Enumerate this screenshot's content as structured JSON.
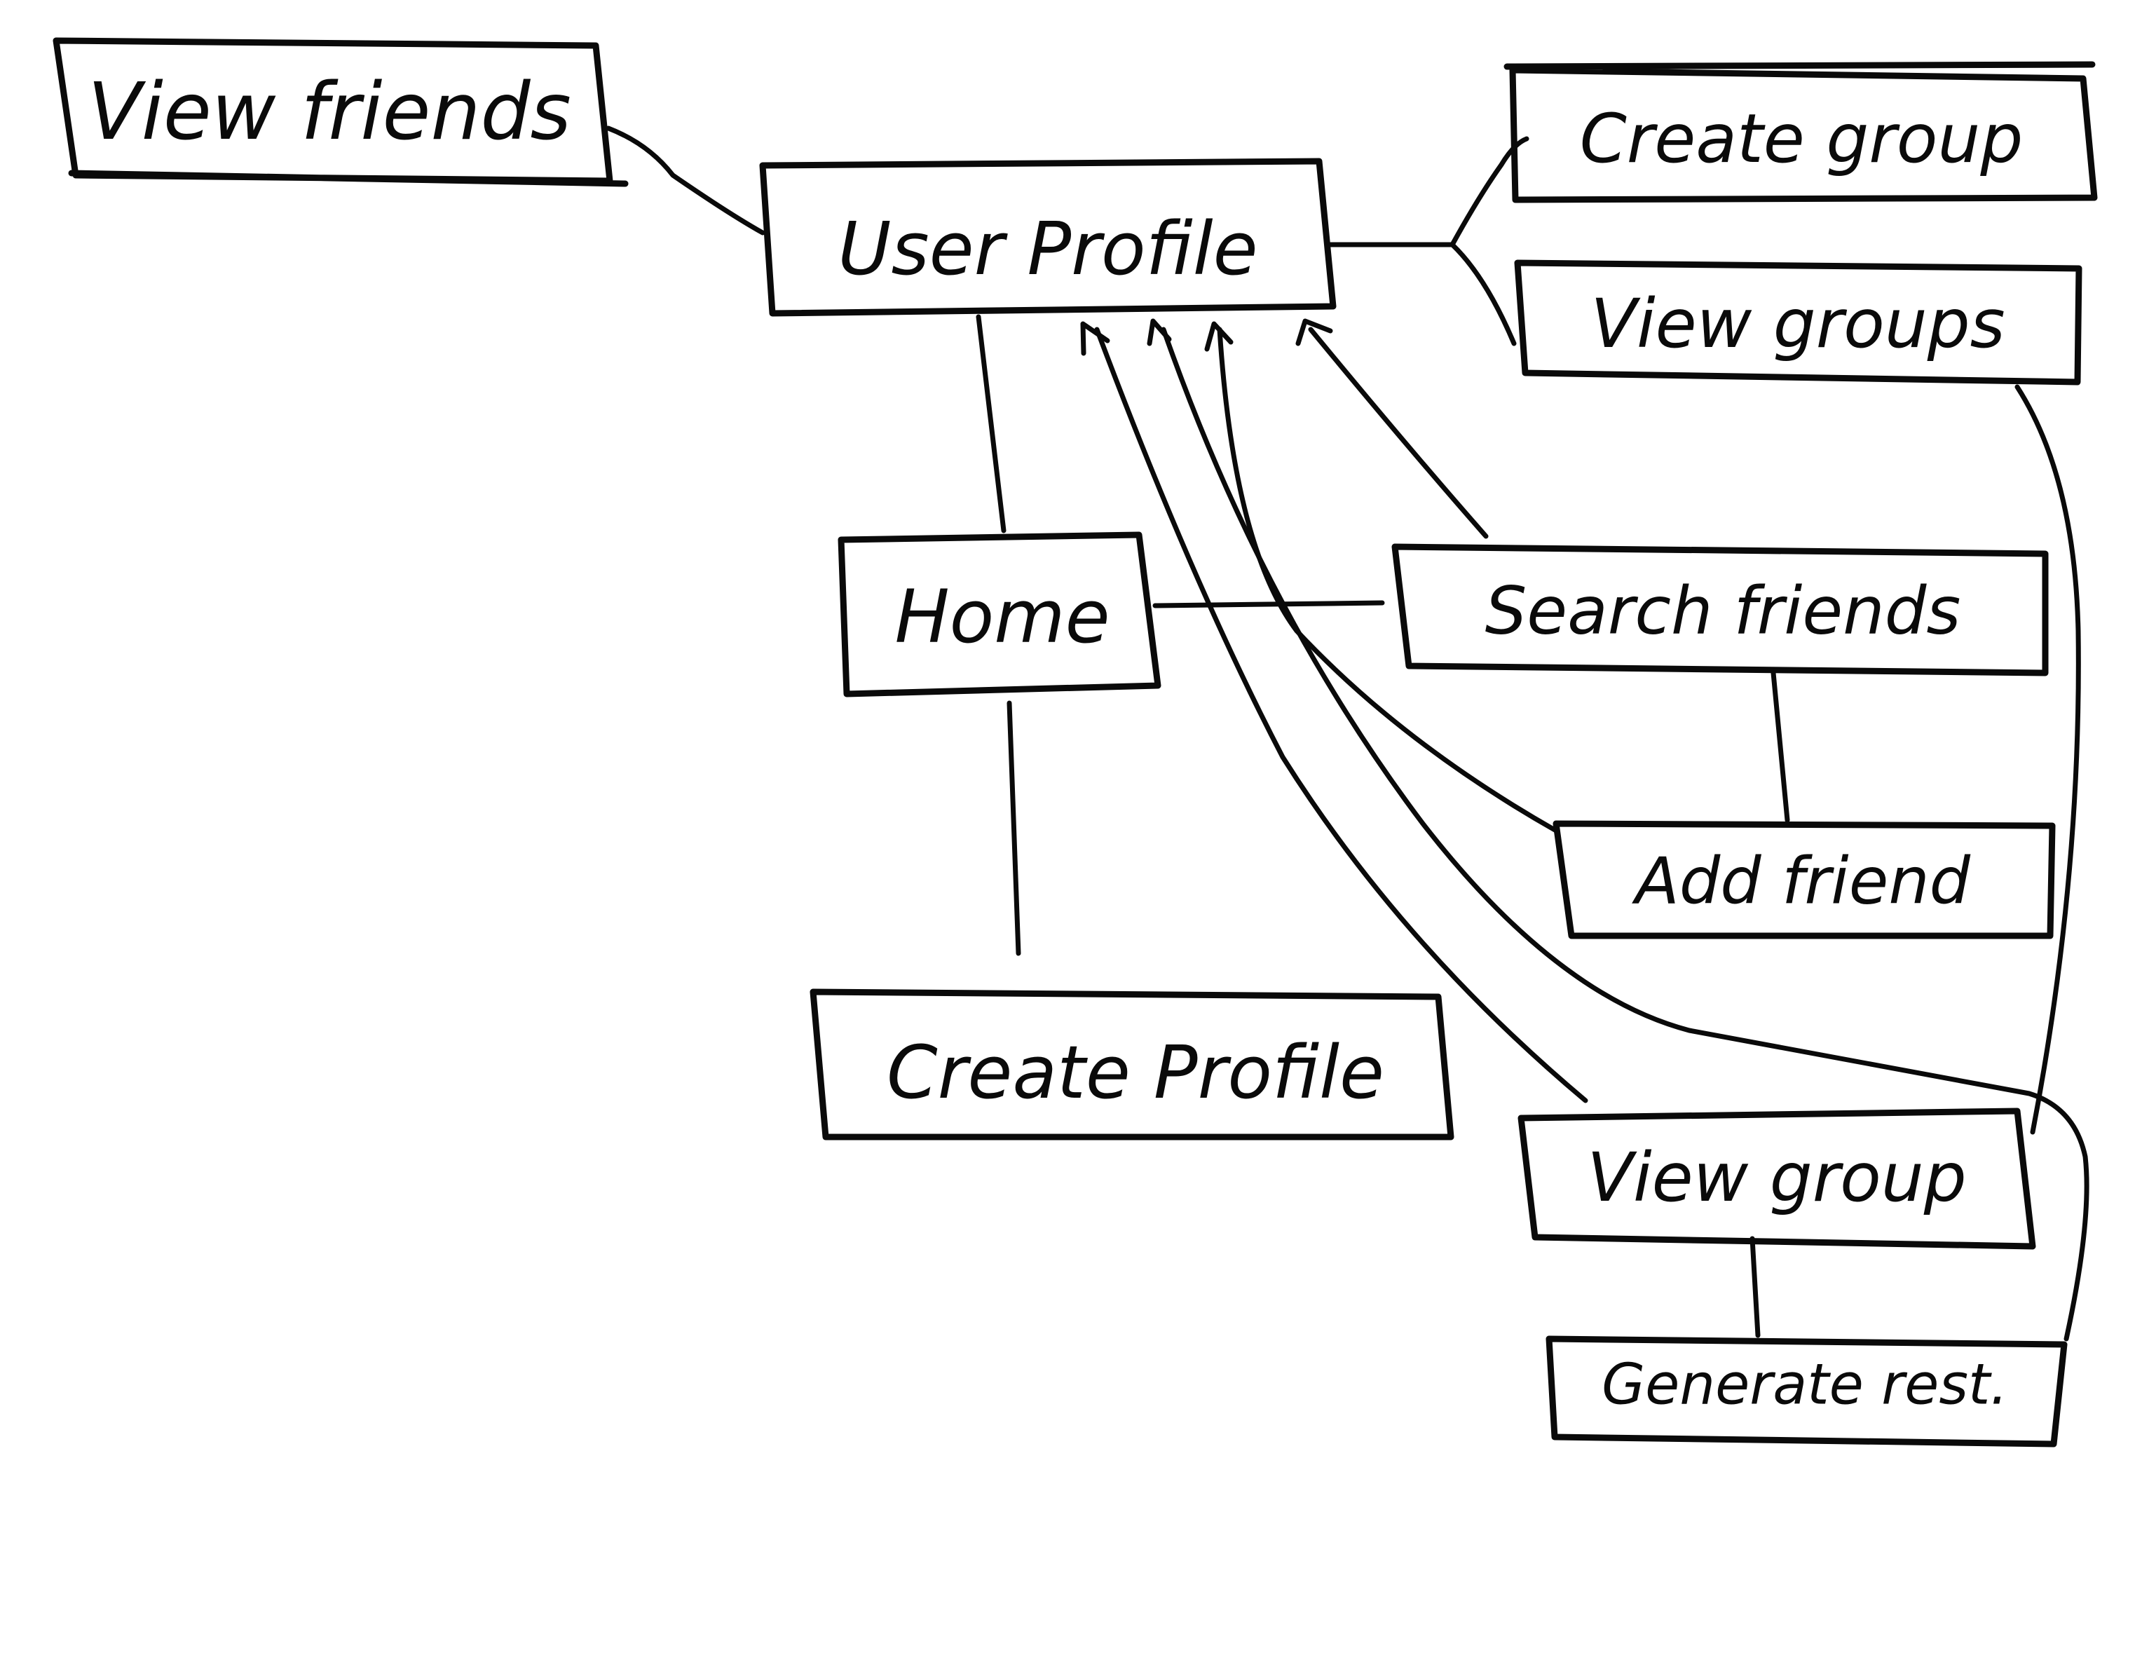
{
  "diagram": {
    "background": "#ffffff",
    "ink": "#0a0a0a",
    "nodes": {
      "view_friends": "View friends",
      "user_profile": "User Profile",
      "create_group": "Create group",
      "view_groups": "View groups",
      "home": "Home",
      "search_friends": "Search friends",
      "add_friend": "Add friend",
      "create_profile": "Create Profile",
      "view_group": "View group",
      "generate_rest": "Generate rest."
    },
    "edges": [
      {
        "from": "view_friends",
        "to": "user_profile",
        "arrow": false
      },
      {
        "from": "user_profile",
        "to": "create_group",
        "arrow": false
      },
      {
        "from": "user_profile",
        "to": "view_groups",
        "arrow": false
      },
      {
        "from": "user_profile",
        "to": "home",
        "arrow": false
      },
      {
        "from": "home",
        "to": "search_friends",
        "arrow": false
      },
      {
        "from": "home",
        "to": "create_profile",
        "arrow": false
      },
      {
        "from": "search_friends",
        "to": "add_friend",
        "arrow": false
      },
      {
        "from": "view_groups",
        "to": "view_group",
        "arrow": false
      },
      {
        "from": "view_group",
        "to": "generate_rest",
        "arrow": false
      },
      {
        "from": "view_group",
        "to": "user_profile",
        "arrow": true
      },
      {
        "from": "generate_rest",
        "to": "user_profile",
        "arrow": true
      },
      {
        "from": "add_friend",
        "to": "user_profile",
        "arrow": true
      },
      {
        "from": "search_friends",
        "to": "user_profile",
        "arrow": true
      }
    ]
  }
}
